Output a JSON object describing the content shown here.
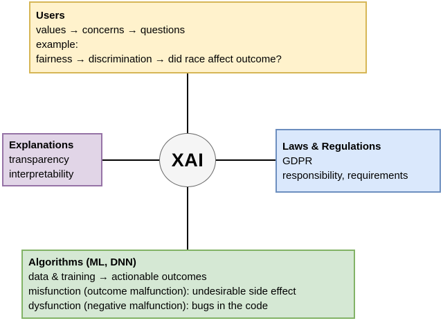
{
  "diagram": {
    "background": "#ffffff",
    "connector_color": "#000000",
    "center": {
      "label": "XAI",
      "fill": "#f5f5f5",
      "stroke": "#666666"
    },
    "nodes": {
      "users": {
        "title": "Users",
        "lines": [
          "values → concerns → questions",
          "example:",
          "fairness → discrimination → did race affect outcome?"
        ],
        "fill": "#fff2cc",
        "stroke": "#d6b656"
      },
      "explanations": {
        "title": "Explanations",
        "lines": [
          "transparency",
          "interpretability"
        ],
        "fill": "#e1d5e7",
        "stroke": "#9673a6"
      },
      "laws_regulations": {
        "title": "Laws & Regulations",
        "lines": [
          "GDPR",
          "responsibility, requirements"
        ],
        "fill": "#dae8fc",
        "stroke": "#6c8ebf"
      },
      "algorithms": {
        "title": "Algorithms (ML, DNN)",
        "lines": [
          "data & training → actionable outcomes",
          "misfunction (outcome malfunction): undesirable side effect",
          "dysfunction (negative malfunction): bugs in the code"
        ],
        "fill": "#d5e8d4",
        "stroke": "#82b366"
      }
    }
  }
}
